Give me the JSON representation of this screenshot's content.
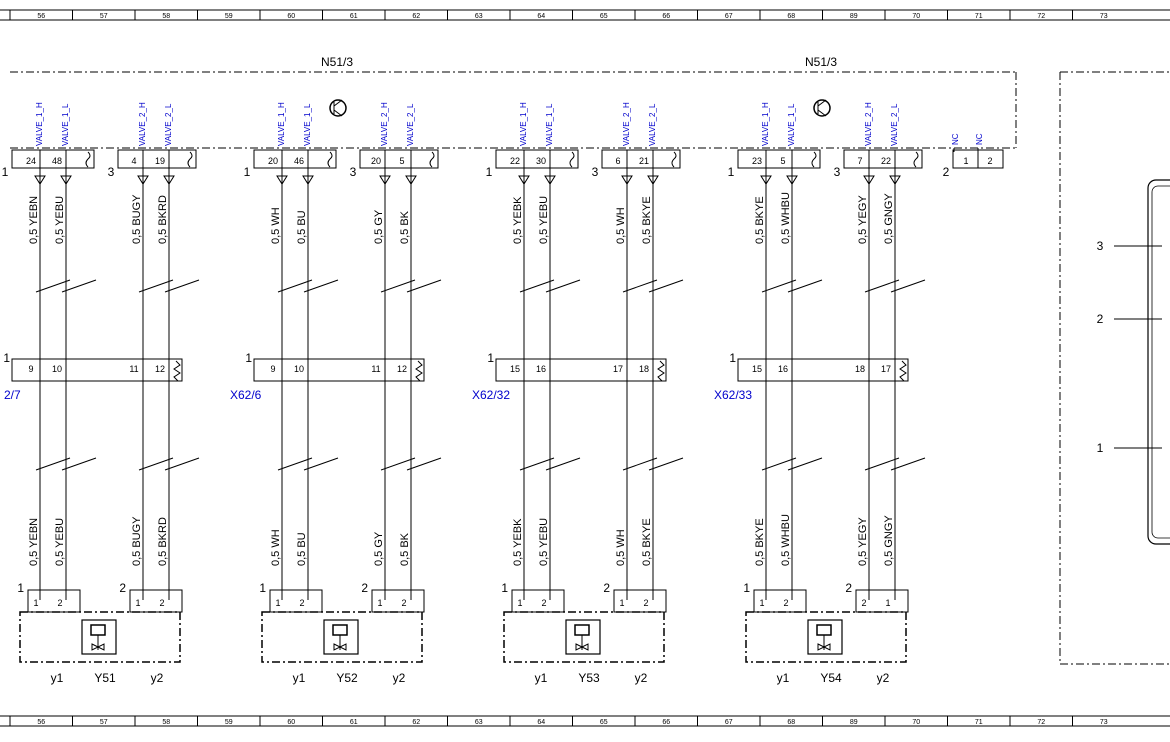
{
  "ruler": [
    "56",
    "57",
    "58",
    "59",
    "60",
    "61",
    "62",
    "63",
    "64",
    "65",
    "66",
    "67",
    "68",
    "89",
    "70",
    "71",
    "72",
    "73"
  ],
  "module": {
    "label": "N51/3"
  },
  "groups": [
    {
      "left": {
        "pin_count": "1",
        "pins": [
          "24",
          "48"
        ],
        "signals": [
          "VALVE_1_H",
          "VALVE_1_L"
        ],
        "wires_top": [
          "0,5 YEBN",
          "0,5 YEBU"
        ],
        "wires_bottom": [
          "0,5 YEBN",
          "0,5 YEBU"
        ],
        "x62_pins": [
          "9",
          "10"
        ]
      },
      "right": {
        "pin_count": "3",
        "pins": [
          "4",
          "19"
        ],
        "signals": [
          "VALVE_2_H",
          "VALVE_2_L"
        ],
        "wires_top": [
          "0,5 BUGY",
          "0,5 BKRD"
        ],
        "wires_bottom": [
          "0,5 BUGY",
          "0,5 BKRD"
        ],
        "x62_pins": [
          "11",
          "12"
        ]
      },
      "x62": "2/7",
      "valve": "Y51",
      "y1": "y1",
      "y2": "y2",
      "conn_num_1": "1",
      "conn_num_2": "2",
      "vpins_1": [
        "1",
        "2"
      ],
      "vpins_2": [
        "1",
        "2"
      ],
      "x62_num": "1",
      "transistor": false
    },
    {
      "left": {
        "pin_count": "1",
        "pins": [
          "20",
          "46"
        ],
        "signals": [
          "VALVE_1_H",
          "VALVE_1_L"
        ],
        "wires_top": [
          "0,5 WH",
          "0,5 BU"
        ],
        "wires_bottom": [
          "0,5 WH",
          "0,5 BU"
        ],
        "x62_pins": [
          "9",
          "10"
        ]
      },
      "right": {
        "pin_count": "3",
        "pins": [
          "20",
          "5"
        ],
        "signals": [
          "VALVE_2_H",
          "VALVE_2_L"
        ],
        "wires_top": [
          "0,5 GY",
          "0,5 BK"
        ],
        "wires_bottom": [
          "0,5 GY",
          "0,5 BK"
        ],
        "x62_pins": [
          "11",
          "12"
        ]
      },
      "x62": "X62/6",
      "valve": "Y52",
      "y1": "y1",
      "y2": "y2",
      "conn_num_1": "1",
      "conn_num_2": "2",
      "vpins_1": [
        "1",
        "2"
      ],
      "vpins_2": [
        "1",
        "2"
      ],
      "x62_num": "1",
      "transistor": true
    },
    {
      "left": {
        "pin_count": "1",
        "pins": [
          "22",
          "30"
        ],
        "signals": [
          "VALVE_1_H",
          "VALVE_1_L"
        ],
        "wires_top": [
          "0,5 YEBK",
          "0,5 YEBU"
        ],
        "wires_bottom": [
          "0,5 YEBK",
          "0,5 YEBU"
        ],
        "x62_pins": [
          "15",
          "16"
        ]
      },
      "right": {
        "pin_count": "3",
        "pins": [
          "6",
          "21"
        ],
        "signals": [
          "VALVE_2_H",
          "VALVE_2_L"
        ],
        "wires_top": [
          "0,5 WH",
          "0,5 BKYE"
        ],
        "wires_bottom": [
          "0,5 WH",
          "0,5 BKYE"
        ],
        "x62_pins": [
          "17",
          "18"
        ]
      },
      "x62": "X62/32",
      "valve": "Y53",
      "y1": "y1",
      "y2": "y2",
      "conn_num_1": "1",
      "conn_num_2": "2",
      "vpins_1": [
        "1",
        "2"
      ],
      "vpins_2": [
        "1",
        "2"
      ],
      "x62_num": "1",
      "transistor": false
    },
    {
      "left": {
        "pin_count": "1",
        "pins": [
          "23",
          "5"
        ],
        "signals": [
          "VALVE_1_H",
          "VALVE_1_L"
        ],
        "wires_top": [
          "0,5 BKYE",
          "0,5 WHBU"
        ],
        "wires_bottom": [
          "0,5 BKYE",
          "0,5 WHBU"
        ],
        "x62_pins": [
          "15",
          "16"
        ]
      },
      "right": {
        "pin_count": "3",
        "pins": [
          "7",
          "22"
        ],
        "signals": [
          "VALVE_2_H",
          "VALVE_2_L"
        ],
        "wires_top": [
          "0,5 YEGY",
          "0,5 GNGY"
        ],
        "wires_bottom": [
          "0,5 YEGY",
          "0,5 GNGY"
        ],
        "x62_pins": [
          "18",
          "17"
        ]
      },
      "x62": "X62/33",
      "valve": "Y54",
      "y1": "y1",
      "y2": "y2",
      "conn_num_1": "1",
      "conn_num_2": "2",
      "vpins_1": [
        "1",
        "2"
      ],
      "vpins_2": [
        "2",
        "1"
      ],
      "x62_num": "1",
      "transistor": true
    }
  ],
  "nc_connector": {
    "label_left": "2",
    "pins": [
      "1",
      "2"
    ],
    "signals": [
      "NC",
      "NC"
    ]
  },
  "side_panel": {
    "labels": [
      "3",
      "2",
      "1"
    ]
  }
}
